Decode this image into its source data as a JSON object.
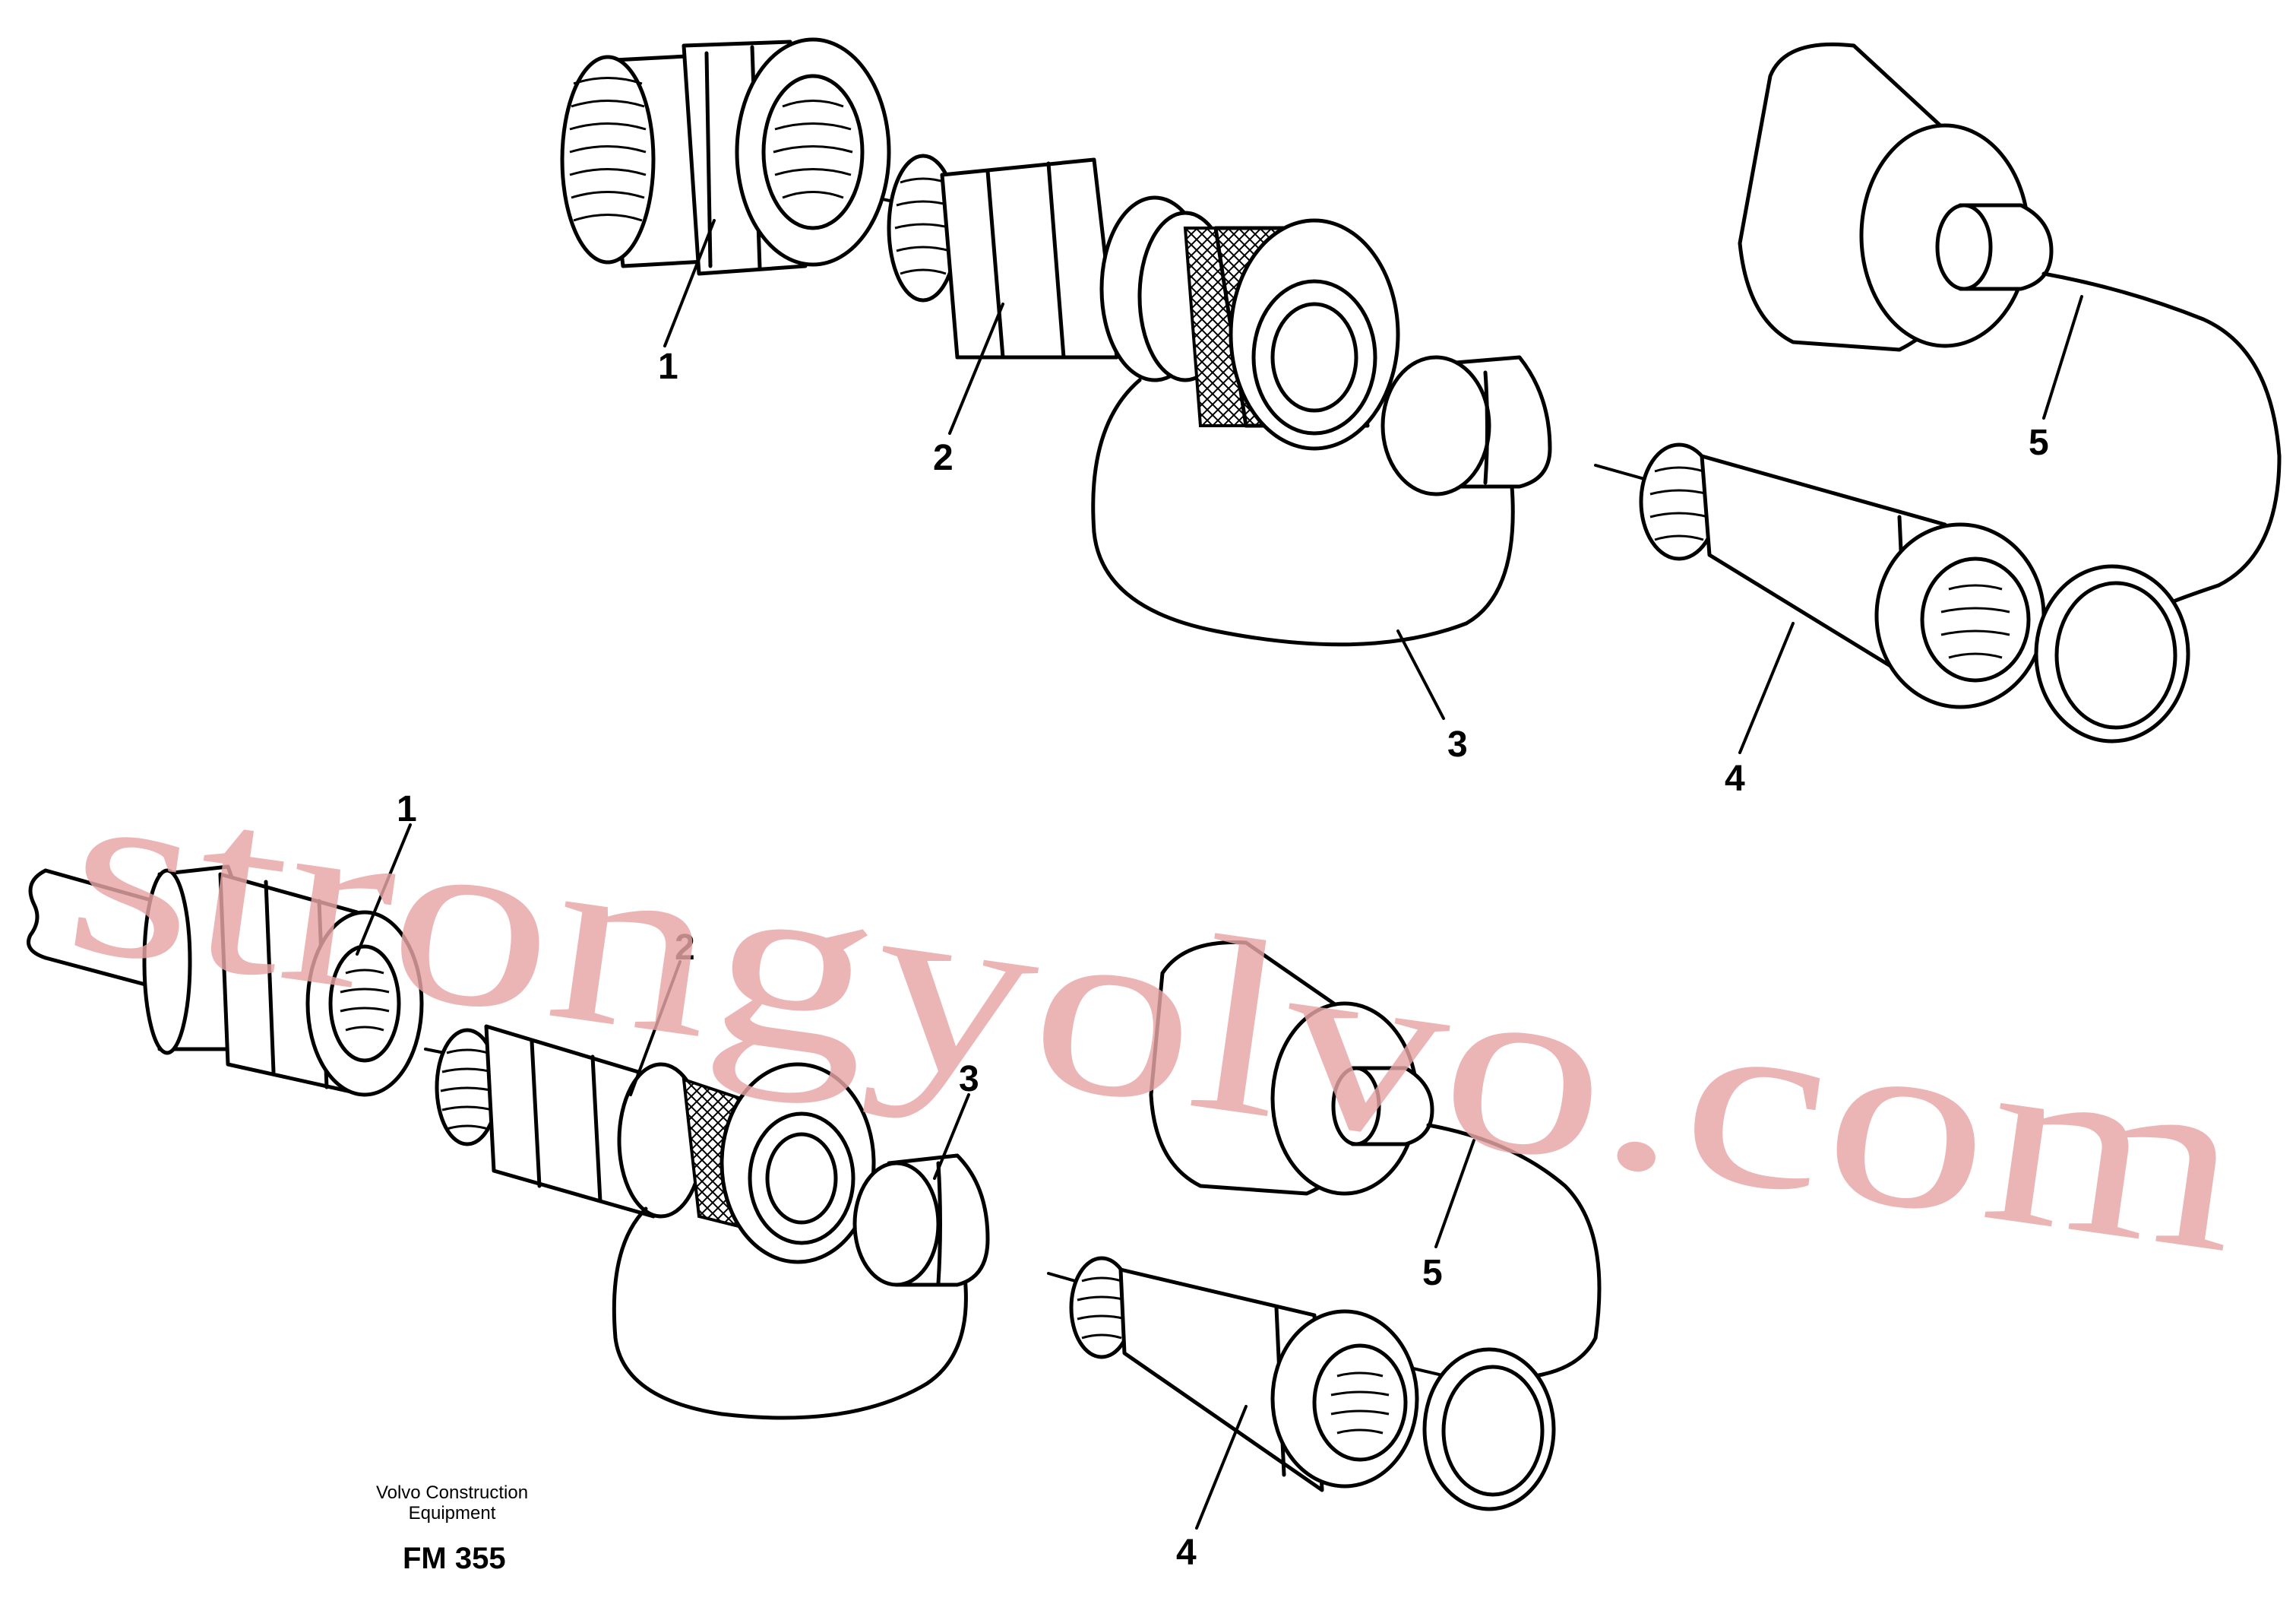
{
  "callouts_upper": [
    "1",
    "2",
    "3",
    "4",
    "5"
  ],
  "callouts_lower": [
    "1",
    "2",
    "3",
    "4",
    "5"
  ],
  "watermark": "strongyolvo.com",
  "footer": {
    "publisher_line1": "Volvo Construction",
    "publisher_line2": "Equipment",
    "figure_code": "FM 355"
  },
  "colors": {
    "line": "#000000",
    "watermark": "#e8a6a6",
    "background": "#ffffff"
  }
}
